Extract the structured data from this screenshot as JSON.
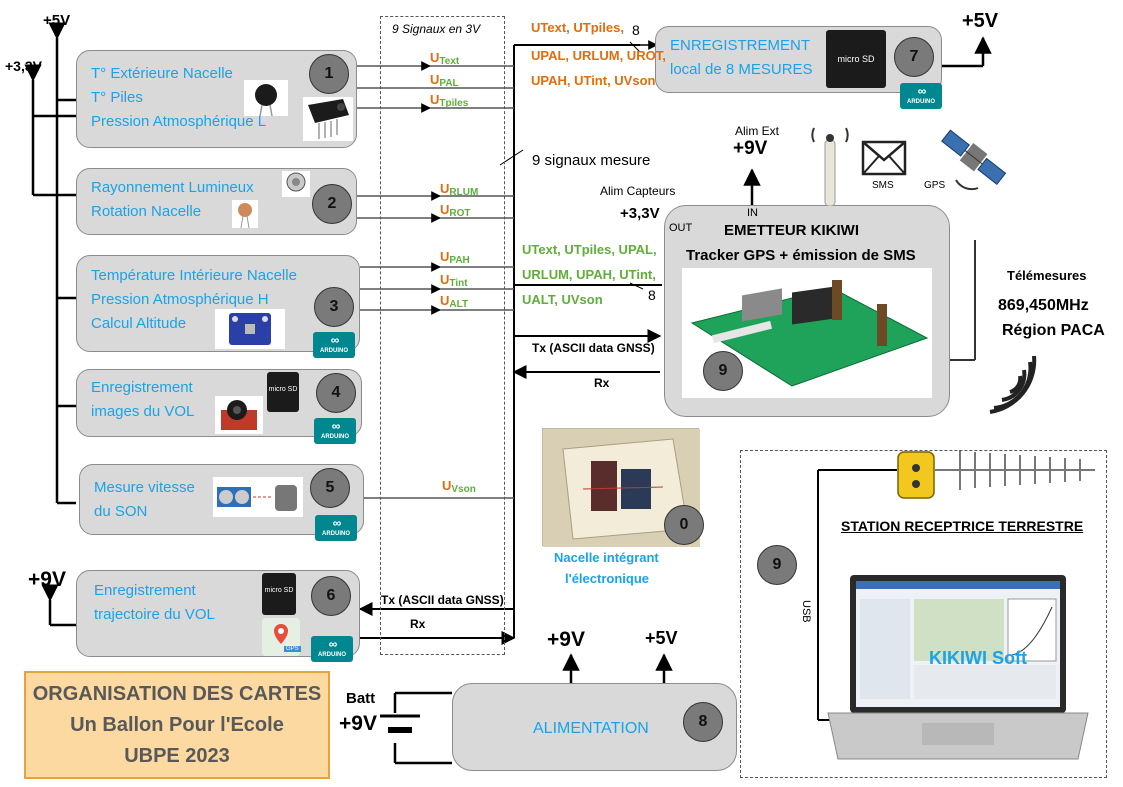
{
  "rails": {
    "v5_top": "+5V",
    "v33_left": "+3,3V",
    "v9_left": "+9V"
  },
  "bus": {
    "label": "9 Signaux en 3V",
    "mesure_label": "9 signaux mesure"
  },
  "cards": {
    "c1": {
      "number": "1",
      "lines": [
        "T° Extérieure Nacelle",
        "T° Piles",
        "Pression Atmosphérique L"
      ]
    },
    "c2": {
      "number": "2",
      "lines": [
        "Rayonnement Lumineux",
        "Rotation Nacelle"
      ]
    },
    "c3": {
      "number": "3",
      "lines": [
        "Température Intérieure Nacelle",
        "Pression Atmosphérique H",
        "Calcul Altitude"
      ],
      "badge": "ARDUINO"
    },
    "c4": {
      "number": "4",
      "lines": [
        "Enregistrement",
        "images du VOL"
      ],
      "badge": "ARDUINO"
    },
    "c5": {
      "number": "5",
      "lines": [
        "Mesure vitesse",
        "du SON"
      ],
      "badge": "ARDUINO"
    },
    "c6": {
      "number": "6",
      "lines": [
        "Enregistrement",
        "trajectoire du VOL"
      ],
      "badge": "ARDUINO",
      "gps_label": "GPS"
    },
    "c7": {
      "number": "7",
      "lines": [
        "ENREGISTREMENT",
        "local de 8 MESURES"
      ],
      "badge": "ARDUINO",
      "power": "+5V"
    },
    "c8": {
      "number": "8",
      "label": "ALIMENTATION",
      "out9": "+9V",
      "out5": "+5V",
      "batt": "Batt",
      "batt_v": "+9V"
    },
    "c9": {
      "number": "9",
      "title": "EMETTEUR KIKIWI",
      "subtitle": "Tracker GPS + émission de SMS",
      "alim_ext": "Alim Ext",
      "alim_v": "+9V",
      "in": "IN",
      "out": "OUT",
      "alim_capteurs": "Alim Capteurs",
      "capteurs_v": "+3,3V",
      "sms": "SMS",
      "gps": "GPS"
    },
    "c0": {
      "number": "0",
      "caption1": "Nacelle intégrant",
      "caption2": "l'électronique"
    }
  },
  "signals": {
    "c1": [
      {
        "u": "U",
        "sub": "Text"
      },
      {
        "u": "U",
        "sub": "PAL"
      },
      {
        "u": "U",
        "sub": "Tpiles"
      }
    ],
    "c2": [
      {
        "u": "U",
        "sub": "RLUM"
      },
      {
        "u": "U",
        "sub": "ROT"
      }
    ],
    "c3": [
      {
        "u": "U",
        "sub": "PAH"
      },
      {
        "u": "U",
        "sub": "Tint"
      },
      {
        "u": "U",
        "sub": "ALT"
      }
    ],
    "c5": [
      {
        "u": "U",
        "sub": "Vson"
      }
    ]
  },
  "top_signals": {
    "line1": "UText, UTpiles,",
    "line2": "UPAL, URLUM, UROT,",
    "line3": "UPAH, UTint, UVson",
    "count": "8"
  },
  "kikiwi_signals": {
    "line1": "UText, UTpiles, UPAL,",
    "line2": "URLUM, UPAH, UTint,",
    "line3": "UALT, UVson",
    "count": "8"
  },
  "serial": {
    "tx": "Tx (ASCII data GNSS)",
    "rx": "Rx"
  },
  "telemetry": {
    "label": "Télémesures",
    "freq": "869,450MHz",
    "region": "Région PACA"
  },
  "station": {
    "title": "STATION RECEPTRICE TERRESTRE",
    "number": "9",
    "usb": "USB",
    "soft": "KIKIWI Soft"
  },
  "legend": {
    "line1": "ORGANISATION DES CARTES",
    "line2": "Un Ballon Pour l'Ecole",
    "line3": "UBPE 2023"
  },
  "colors": {
    "card_text": "#1aa3e8",
    "signal_orange": "#e46c0a",
    "signal_green": "#5fae3a",
    "card_bg": "#d9d9d9",
    "legend_bg": "#fbd9a1"
  }
}
